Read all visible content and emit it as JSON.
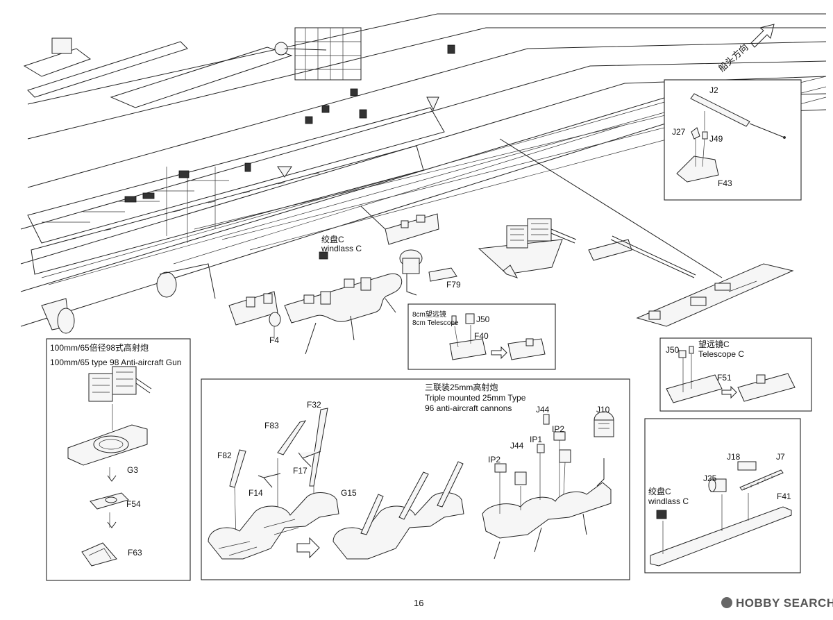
{
  "page_number": "16",
  "bow_direction": "船头方向",
  "watermark": "HOBBY SEARCH",
  "main_assembly": {
    "windlass_zh": "绞盘C",
    "windlass_en": "windlass C",
    "f79": "F79",
    "f4": "F4"
  },
  "inset_j2": {
    "j2": "J2",
    "j27": "J27",
    "j49": "J49",
    "f43": "F43"
  },
  "inset_telescope_8cm": {
    "title_zh": "8cm望远镜",
    "title_en": "8cm Telescope",
    "j50": "J50",
    "f40": "F40"
  },
  "inset_telescope_c": {
    "j50": "J50",
    "title_zh": "望远镜C",
    "title_en": "Telescope C",
    "f51": "F51"
  },
  "gun_box": {
    "title_zh": "100mm/65倍径98式高射炮",
    "title_en": "100mm/65 type 98 Anti-aircraft Gun",
    "g3": "G3",
    "f54": "F54",
    "f63": "F63"
  },
  "aa_box": {
    "title_zh": "三联装25mm高射炮",
    "title_en_1": "Triple mounted 25mm Type",
    "title_en_2": "96 anti-aircraft cannons",
    "f32": "F32",
    "f83": "F83",
    "f82": "F82",
    "f17": "F17",
    "f14": "F14",
    "g15": "G15",
    "j44_top": "J44",
    "j44": "J44",
    "ip1": "IP1",
    "ip2_right": "IP2",
    "ip2_left": "IP2",
    "j10": "J10"
  },
  "windlass_box": {
    "j18": "J18",
    "j7": "J7",
    "j25": "J25",
    "windlass_zh": "绞盘C",
    "windlass_en": "windlass C",
    "f41": "F41"
  }
}
